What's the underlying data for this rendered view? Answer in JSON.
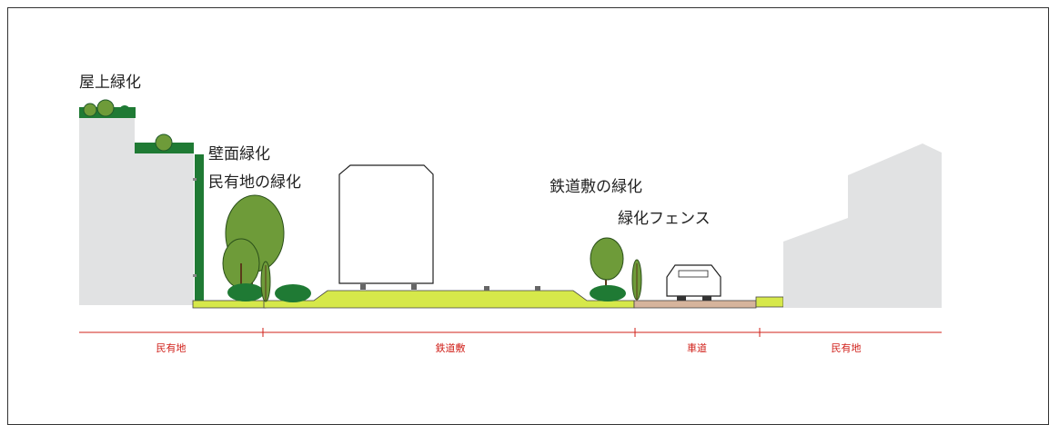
{
  "labels": {
    "roof_greening": "屋上緑化",
    "wall_greening": "壁面緑化",
    "private_land_greening": "民有地の緑化",
    "railway_greening": "鉄道敷の緑化",
    "green_fence": "緑化フェンス"
  },
  "zones": {
    "private_left": "民有地",
    "railway": "鉄道敷",
    "road": "車道",
    "private_right": "民有地"
  },
  "colors": {
    "building": "#e1e2e3",
    "tree_dark": "#1f7a34",
    "tree_mid": "#6e9b39",
    "ground_green": "#d6e84a",
    "road_surface": "#d6b49c",
    "zone_line": "#d0201a"
  }
}
